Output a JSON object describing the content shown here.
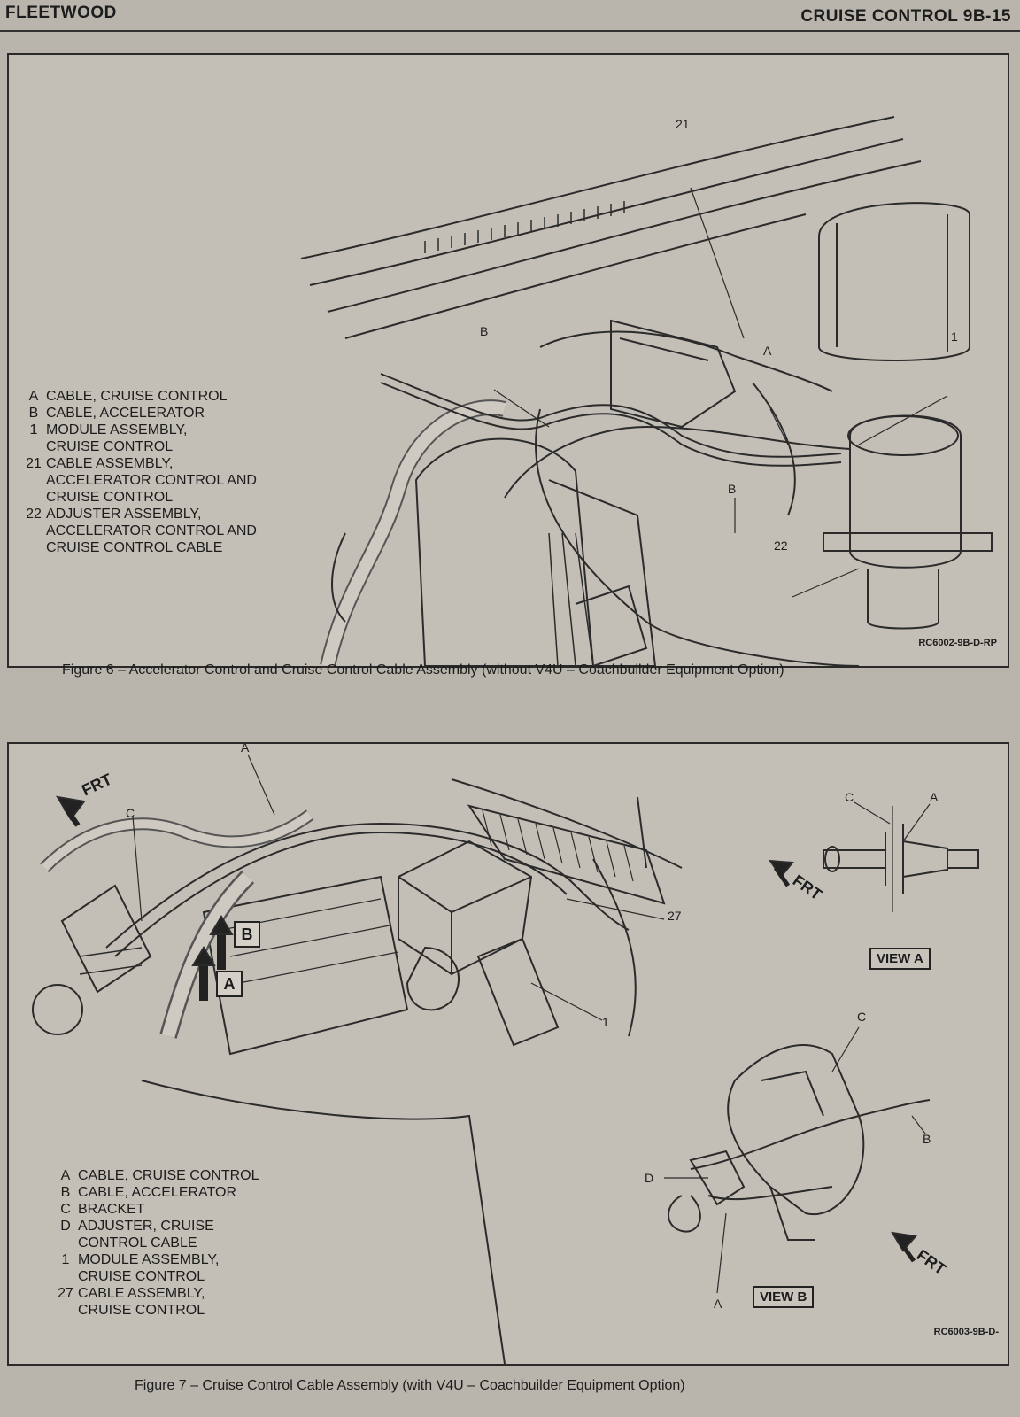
{
  "header": {
    "left": "FLEETWOOD",
    "right": "CRUISE CONTROL  9B-15"
  },
  "figure6": {
    "caption": "Figure 6 – Accelerator Control and Cruise Control Cable Assembly (without V4U – Coachbuilder Equipment Option)",
    "ref_code": "RC6002-9B-D-RP",
    "legend": [
      {
        "key": "A",
        "desc": "CABLE, CRUISE CONTROL"
      },
      {
        "key": "B",
        "desc": "CABLE, ACCELERATOR"
      },
      {
        "key": "1",
        "desc": "MODULE ASSEMBLY,\nCRUISE CONTROL"
      },
      {
        "key": "21",
        "desc": "CABLE ASSEMBLY,\nACCELERATOR CONTROL AND\nCRUISE CONTROL"
      },
      {
        "key": "22",
        "desc": "ADJUSTER ASSEMBLY,\nACCELERATOR CONTROL AND\nCRUISE CONTROL CABLE"
      }
    ],
    "callouts": {
      "c21": "21",
      "cB1": "B",
      "cA": "A",
      "c1": "1",
      "cB2": "B",
      "c22": "22"
    }
  },
  "figure7": {
    "caption": "Figure 7 – Cruise Control Cable Assembly (with V4U – Coachbuilder Equipment Option)",
    "ref_code": "RC6003-9B-D-",
    "legend": [
      {
        "key": "A",
        "desc": "CABLE, CRUISE CONTROL"
      },
      {
        "key": "B",
        "desc": "CABLE, ACCELERATOR"
      },
      {
        "key": "C",
        "desc": "BRACKET"
      },
      {
        "key": "D",
        "desc": "ADJUSTER, CRUISE\nCONTROL CABLE"
      },
      {
        "key": "1",
        "desc": "MODULE ASSEMBLY,\nCRUISE CONTROL"
      },
      {
        "key": "27",
        "desc": "CABLE ASSEMBLY,\nCRUISE CONTROL"
      }
    ],
    "view_a": "VIEW A",
    "view_b": "VIEW B",
    "frt": "FRT",
    "callouts": {
      "cA": "A",
      "cC": "C",
      "c27": "27",
      "c1": "1",
      "vaC": "C",
      "vaA": "A",
      "vbC": "C",
      "vbB": "B",
      "vbD": "D",
      "vbA": "A",
      "boxB": "B",
      "boxA": "A"
    }
  }
}
